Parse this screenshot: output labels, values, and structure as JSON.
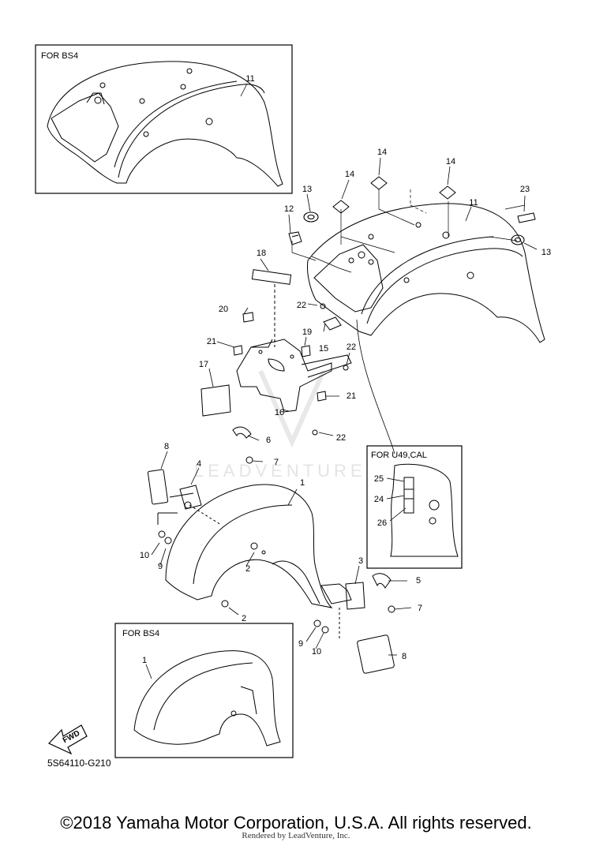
{
  "diagram": {
    "inset_top": {
      "title": "FOR BS4",
      "part": "11"
    },
    "inset_bottom": {
      "title": "FOR BS4",
      "part": "1"
    },
    "inset_right": {
      "title": "FOR U49,CAL",
      "parts": [
        "25",
        "24",
        "26"
      ]
    },
    "callouts": [
      "1",
      "2",
      "2",
      "3",
      "4",
      "5",
      "6",
      "7",
      "7",
      "8",
      "8",
      "9",
      "9",
      "10",
      "10",
      "11",
      "12",
      "13",
      "13",
      "14",
      "14",
      "14",
      "15",
      "16",
      "17",
      "18",
      "19",
      "20",
      "21",
      "21",
      "22",
      "22",
      "22",
      "23"
    ],
    "fwd_label": "FWD",
    "diagram_code": "5S64110-G210",
    "watermark": "LEADVENTURE"
  },
  "footer": {
    "copyright": "©2018 Yamaha Motor Corporation, U.S.A. All rights reserved.",
    "rendered_by": "Rendered by LeadVenture, Inc."
  }
}
